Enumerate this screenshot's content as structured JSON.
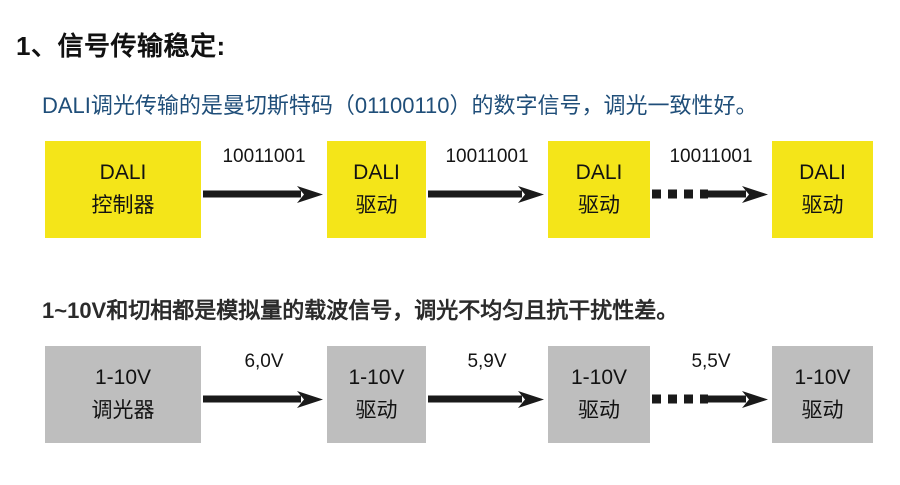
{
  "slide": {
    "heading": "1、信号传输稳定:",
    "dali_statement": "DALI调光传输的是曼切斯特码（01100110）的数字信号，调光一致性好。",
    "analog_statement": "1~10V和切相都是模拟量的载波信号，调光不均匀且抗干扰性差。"
  },
  "colors": {
    "dali_node_fill": "#F4E519",
    "analog_node_fill": "#BEBEBE",
    "blue_text": "#1F4E79",
    "arrow": "#1A1A1A",
    "background": "#FFFFFF"
  },
  "dali_flow": {
    "nodes": [
      {
        "line1": "DALI",
        "line2": "控制器"
      },
      {
        "line1": "DALI",
        "line2": "驱动"
      },
      {
        "line1": "DALI",
        "line2": "驱动"
      },
      {
        "line1": "DALI",
        "line2": "驱动"
      }
    ],
    "connectors": [
      {
        "label": "10011001",
        "style": "solid"
      },
      {
        "label": "10011001",
        "style": "solid"
      },
      {
        "label": "10011001",
        "style": "dashed"
      }
    ]
  },
  "analog_flow": {
    "nodes": [
      {
        "line1": "1-10V",
        "line2": "调光器"
      },
      {
        "line1": "1-10V",
        "line2": "驱动"
      },
      {
        "line1": "1-10V",
        "line2": "驱动"
      },
      {
        "line1": "1-10V",
        "line2": "驱动"
      }
    ],
    "connectors": [
      {
        "label": "6,0V",
        "style": "solid"
      },
      {
        "label": "5,9V",
        "style": "solid"
      },
      {
        "label": "5,5V",
        "style": "dashed"
      }
    ]
  }
}
